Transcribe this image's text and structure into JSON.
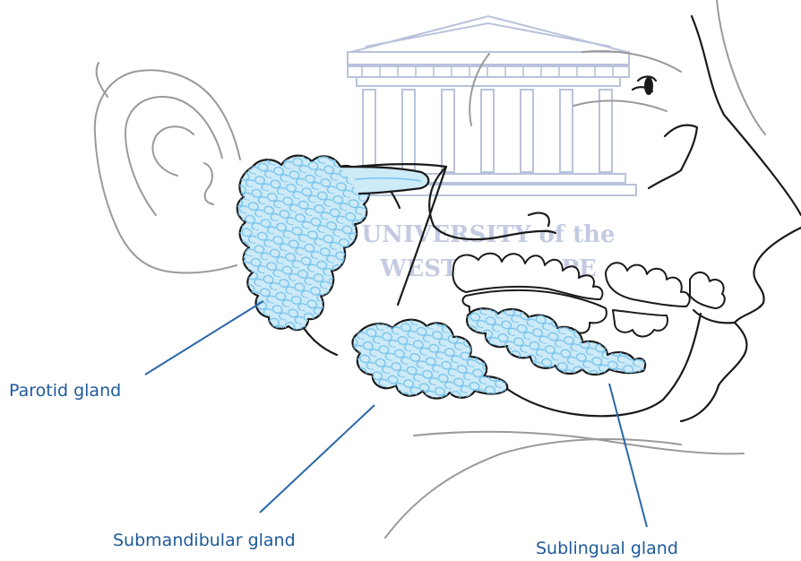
{
  "labels": {
    "parotid": "Parotid gland",
    "submandibular": "Submandibular gland",
    "sublingual": "Sublingual gland"
  },
  "watermark": {
    "line1": "UNIVERSITY of the",
    "line2": "WESTERN CAPE"
  },
  "colors": {
    "label_text": "#1e5a9a",
    "leader_line": "#2a67a8",
    "outline": "#1a1a1a",
    "gland_fill": "#cdeaf7",
    "gland_lobule": "#7cc6ee",
    "ear_outline": "#9a9a9a",
    "watermark": "#b9c2dc"
  }
}
